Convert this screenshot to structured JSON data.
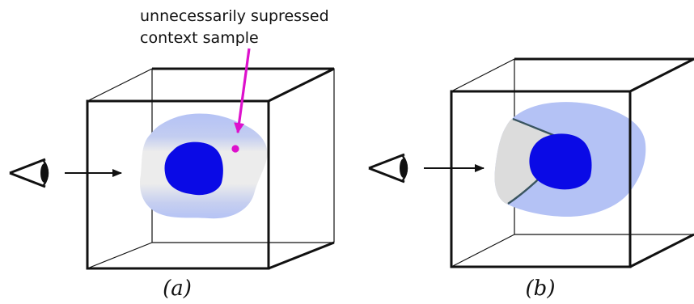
{
  "annotation": {
    "line1": "unnecessarily supressed",
    "line2": "context sample"
  },
  "panels": [
    {
      "label": "(a)"
    },
    {
      "label": "(b)"
    }
  ],
  "colors": {
    "focus": "#0a0ae6",
    "context": "#b4c2f5",
    "suppressed": "#dcdcdc",
    "annotation": "#dd11cc",
    "boundary": "#3a5560",
    "outline": "#111111"
  },
  "icons": [
    "eye-icon",
    "arrow-right-icon"
  ]
}
